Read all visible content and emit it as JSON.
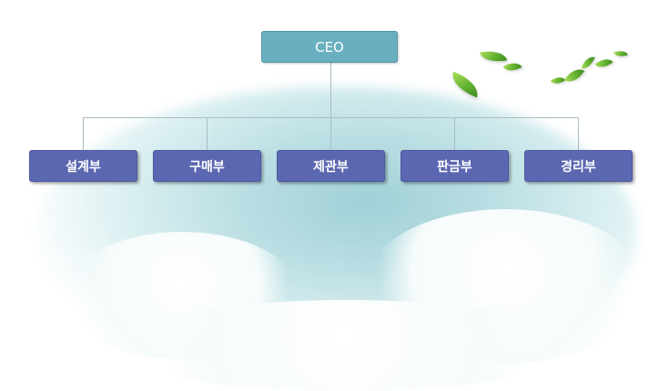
{
  "org_chart": {
    "root": {
      "label": "CEO"
    },
    "departments": [
      {
        "label": "설계부"
      },
      {
        "label": "구매부"
      },
      {
        "label": "제관부"
      },
      {
        "label": "판금부"
      },
      {
        "label": "경리부"
      }
    ]
  },
  "colors": {
    "root_box": "#6aafc0",
    "department_box": "#5c67b1",
    "connector": "#a9bcc4"
  },
  "decoration": {
    "background_icon": "sky-clouds-illustration",
    "leaf_icon": "leaf-icon"
  }
}
